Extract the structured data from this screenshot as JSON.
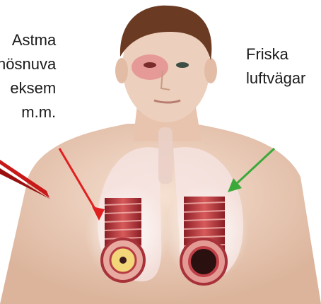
{
  "labels": {
    "left": [
      "Astma",
      "hösnuva",
      "eksem",
      "m.m."
    ],
    "right": [
      "Friska",
      "luftvägar"
    ]
  },
  "colors": {
    "inflamed_arrow": "#e02020",
    "healthy_arrow": "#3aa93a",
    "skin": "#efd2bf",
    "hair": "#6b3a22",
    "airway": "#b8343a"
  },
  "illustration": "human torso with inflamed and healthy bronchi cross-sections"
}
